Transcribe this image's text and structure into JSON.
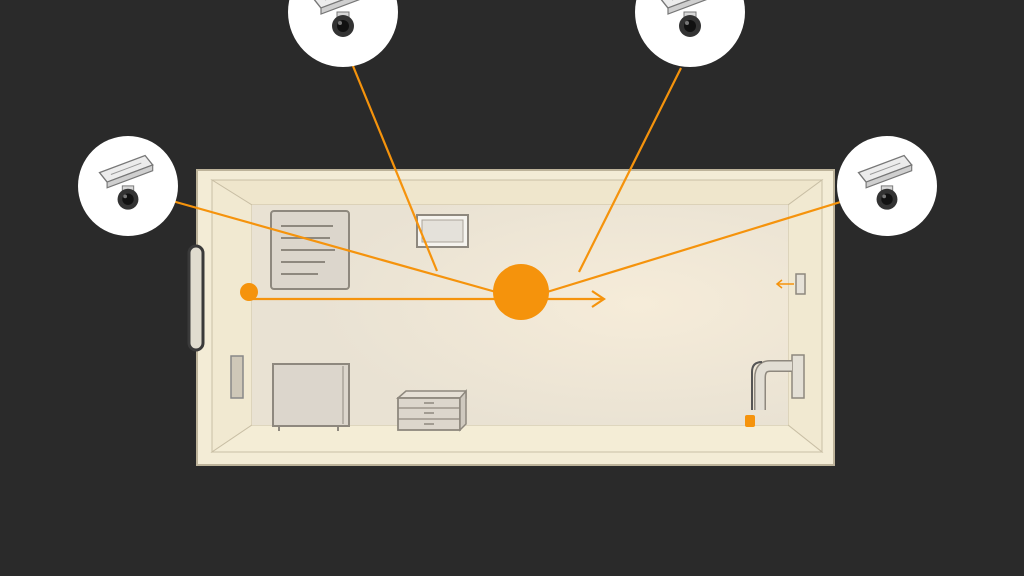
{
  "colors": {
    "background": "#2a2a2a",
    "accent": "#f5930c",
    "room_floor": "#ece3cf",
    "room_wall": "#f3ecd6",
    "room_border": "#bdb39a",
    "furniture_fill": "#dcd6cc",
    "furniture_stroke": "#8e887e",
    "camera_badge": "#ffffff"
  },
  "icons": {
    "camera": "security-camera-icon",
    "target": "detected-person-dot",
    "entry": "entry-point-dot",
    "door": "door-handle",
    "sensor": "wall-sensor-icon"
  },
  "cameras": [
    {
      "id": "camera-left"
    },
    {
      "id": "camera-top-left"
    },
    {
      "id": "camera-top-right"
    },
    {
      "id": "camera-right"
    }
  ]
}
